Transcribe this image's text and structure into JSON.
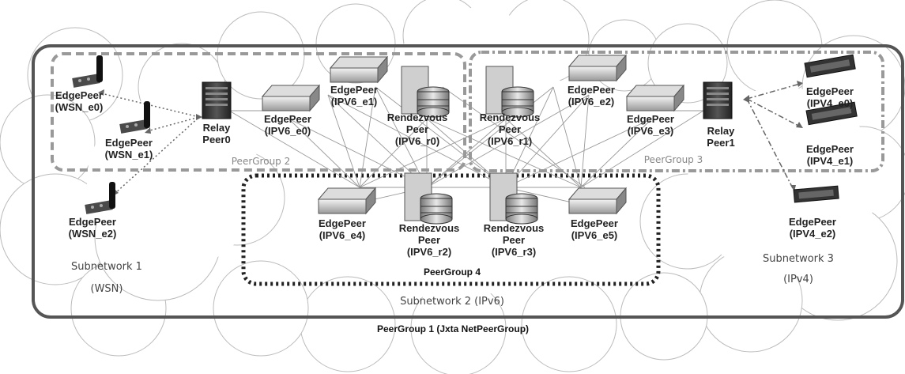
{
  "peergroups": {
    "pg1": "PeerGroup 1 (Jxta NetPeerGroup)",
    "pg2": "PeerGroup 2",
    "pg3": "PeerGroup 3",
    "pg4": "PeerGroup 4"
  },
  "subnetworks": {
    "s1_name": "Subnetwork 1",
    "s1_type": "(WSN)",
    "s2": "Subnetwork 2 (IPv6)",
    "s3_name": "Subnetwork 3",
    "s3_type": "(IPv4)"
  },
  "nodes": {
    "wsn_e0": [
      "EdgePeer",
      "(WSN_e0)"
    ],
    "wsn_e1": [
      "EdgePeer",
      "(WSN_e1)"
    ],
    "wsn_e2": [
      "EdgePeer",
      "(WSN_e2)"
    ],
    "relay0": [
      "Relay",
      "Peer0"
    ],
    "relay1": [
      "Relay",
      "Peer1"
    ],
    "ipv6_e0": [
      "EdgePeer",
      "(IPV6_e0)"
    ],
    "ipv6_e1": [
      "EdgePeer",
      "(IPV6_e1)"
    ],
    "ipv6_e2": [
      "EdgePeer",
      "(IPV6_e2)"
    ],
    "ipv6_e3": [
      "EdgePeer",
      "(IPV6_e3)"
    ],
    "ipv6_e4": [
      "EdgePeer",
      "(IPV6_e4)"
    ],
    "ipv6_e5": [
      "EdgePeer",
      "(IPV6_e5)"
    ],
    "ipv6_r0": [
      "Rendezvous",
      "Peer",
      "(IPV6_r0)"
    ],
    "ipv6_r1": [
      "Rendezvous",
      "Peer",
      "(IPV6_r1)"
    ],
    "ipv6_r2": [
      "Rendezvous",
      "Peer",
      "(IPV6_r2)"
    ],
    "ipv6_r3": [
      "Rendezvous",
      "Peer",
      "(IPV6_r3)"
    ],
    "ipv4_e0": [
      "EdgePeer",
      "(IPV4_e0)"
    ],
    "ipv4_e1": [
      "EdgePeer",
      "(IPV4_e1)"
    ],
    "ipv4_e2": [
      "EdgePeer",
      "(IPV4_e2)"
    ]
  },
  "icons": {
    "sensor": "wsn-sensor-board-icon",
    "server": "server-icon",
    "db_server": "rendezvous-database-server-icon",
    "relay": "relay-tower-server-icon",
    "ipv4_board": "ipv4-board-icon"
  }
}
